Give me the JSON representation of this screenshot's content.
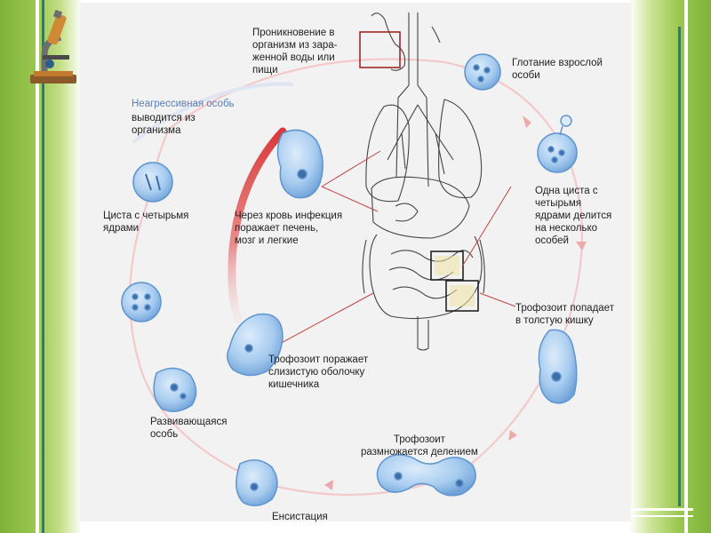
{
  "labels": {
    "penetration": "Проникновение в\nорганизм из зара-\nженной воды или\nпищи",
    "swallow": "Глотание взрослой\nособи",
    "nonaggressive_title": "Неагрессивная особь",
    "nonaggressive_rest": "выводится из\nорганизма",
    "cyst_four": "Циста с четырьмя\nядрами",
    "blood_infection": "Через кровь инфекция\nпоражает печень,\nмозг и легкие",
    "cyst_divides": "Одна циста с\nчетырьмя\nядрами делится\nна несколько\nособей",
    "troph_colon": "Трофозоит попадает\nв толстую кишку",
    "troph_mucosa": "Трофозоит поражает\nслизистую оболочку\nкишечника",
    "developing": "Развивающаяся\nособь",
    "troph_divides": "Трофозоит\nразмножается делением",
    "encystation": "Енсистация"
  },
  "colors": {
    "frame_green": "#8dbd45",
    "frame_teal": "#1f7a93",
    "cell_fill": "#a9cdf0",
    "cell_edge": "#5f95cf",
    "cycle_arrow": "#f2b6b6",
    "blood_arrow": "#d93a3a",
    "highlight_box": "#a02828"
  },
  "icons": [
    "microscope-icon"
  ]
}
